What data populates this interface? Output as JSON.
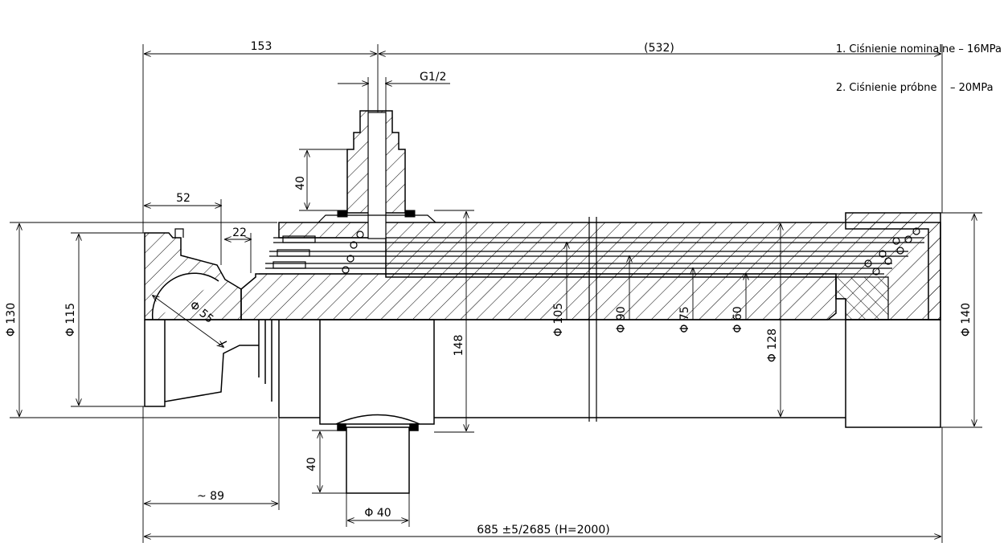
{
  "notes": [
    "1. Ciśnienie nominalne – 16MPa",
    "2. Ciśnienie próbne    – 20MPa"
  ],
  "dims": {
    "d153": "153",
    "d532": "(532)",
    "g12": "G1/2",
    "d40_top": "40",
    "d52": "52",
    "d22": "22",
    "phi130": "Φ 130",
    "phi115": "Φ 115",
    "phi55": "Φ 55",
    "d148": "148",
    "phi105": "Φ 105",
    "phi90": "Φ 90",
    "phi75": "Φ 75",
    "phi60": "Φ 60",
    "phi128": "Φ 128",
    "phi140": "Φ 140",
    "d40_bottom": "40",
    "phi40": "Φ 40",
    "d89": "~ 89",
    "overall": "685 ±5/2685 (H=2000)"
  },
  "colors": {
    "line": "#000000",
    "background": "#ffffff"
  }
}
